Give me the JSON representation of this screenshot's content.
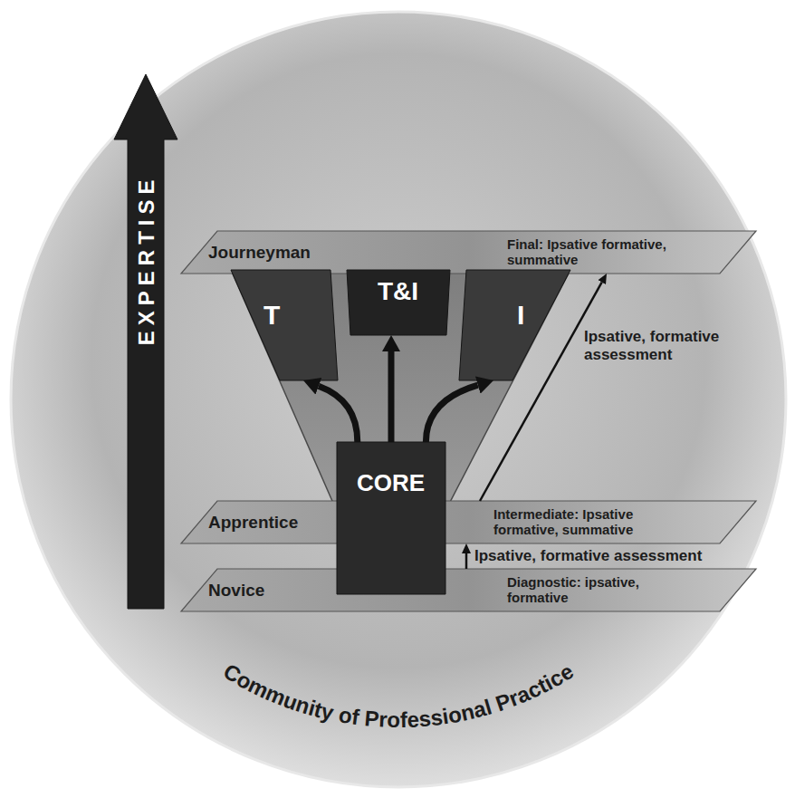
{
  "diagram": {
    "nodes": [
      {
        "text": [
          "Journeyman",
          "Final: Ipsative formative, summative"
        ]
      },
      {
        "text": [
          "Apprentice",
          "Intermediate: Ipsative formative, summative"
        ]
      },
      {
        "text": [
          "Novice",
          "Diagnostic: ipsative, formative"
        ]
      },
      {
        "text": [
          "CORE"
        ]
      },
      {
        "text": [
          "T"
        ]
      },
      {
        "text": [
          "T&I"
        ]
      },
      {
        "text": [
          "I"
        ]
      },
      {
        "text": [
          "EXPERTISE"
        ]
      }
    ],
    "edges": [
      {
        "from": 2,
        "to": 1,
        "arrow": "to",
        "label": "Ipsative, formative assessment"
      },
      {
        "from": 1,
        "to": 0,
        "arrow": "to",
        "label": "Ipsative, formative assessment"
      },
      {
        "from": 3,
        "to": 4,
        "arrow": "to"
      },
      {
        "from": 3,
        "to": 5,
        "arrow": "to"
      },
      {
        "from": 3,
        "to": 6,
        "arrow": "to"
      }
    ],
    "labels": [
      "Community of Professional Practice"
    ]
  }
}
